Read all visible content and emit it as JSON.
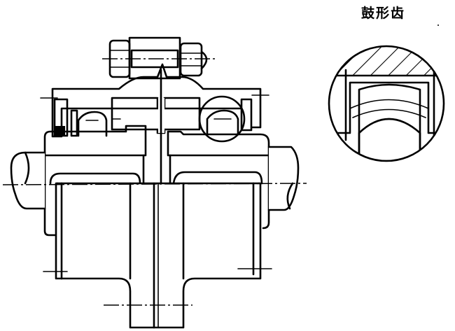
{
  "figure": {
    "title": "鼓形齿",
    "subject": "drum-tooth gear coupling (section view)",
    "detail_view": "enlarged drum tooth",
    "colors": {
      "line": "#000000",
      "background": "#ffffff"
    }
  }
}
